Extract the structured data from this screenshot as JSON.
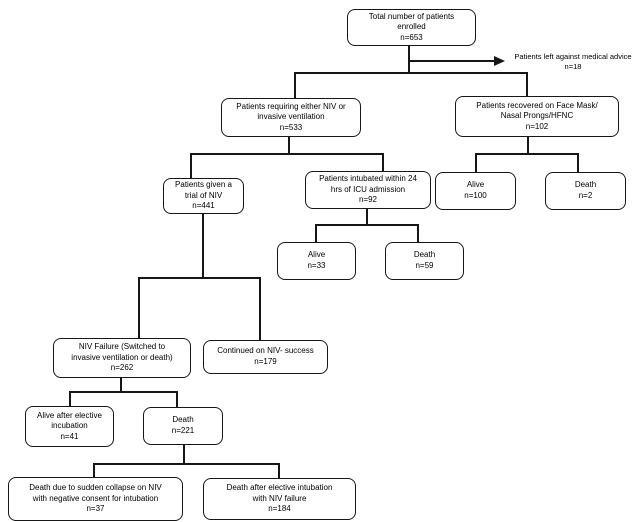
{
  "diagram": {
    "type": "flowchart",
    "colors": {
      "line": "#161616",
      "box_border": "#161616",
      "box_fill": "#ffffff",
      "text": "#000000",
      "background": "#ffffff"
    },
    "nodes": {
      "total_enrolled": {
        "text": "Total number of patients\nenrolled\nn=653"
      },
      "left_against_advice": {
        "text": "Patients left against medical advice\nn=18"
      },
      "requiring_ventilation": {
        "text": "Patients requiring either NIV or\ninvasive ventilation\nn=533"
      },
      "recovered_facemask": {
        "text": "Patients recovered on Face Mask/\nNasal Prongs/HFNC\nn=102"
      },
      "trial_of_niv": {
        "text": "Patients given a\ntrial of NIV\nn=441"
      },
      "intubated_24hrs": {
        "text": "Patients intubated within 24\nhrs of ICU admission\nn=92"
      },
      "facemask_alive": {
        "text": "Alive\nn=100"
      },
      "facemask_death": {
        "text": "Death\nn=2"
      },
      "intubated_alive": {
        "text": "Alive\nn=33"
      },
      "intubated_death": {
        "text": "Death\nn=59"
      },
      "niv_failure": {
        "text": "NIV Failure (Switched to\ninvasive ventilation or death)\nn=262"
      },
      "niv_success": {
        "text": "Continued on NIV- success\nn=179"
      },
      "alive_elective_incubation": {
        "text": "Alive after elective\nincubation\nn=41"
      },
      "death_after_niv_failure": {
        "text": "Death\nn=221"
      },
      "death_sudden_collapse": {
        "text": "Death due to sudden collapse on NIV\nwith negative consent for intubation\nn=37"
      },
      "death_elective_intubation": {
        "text": "Death after elective intubation\nwith NIV failure\nn=184"
      }
    }
  }
}
